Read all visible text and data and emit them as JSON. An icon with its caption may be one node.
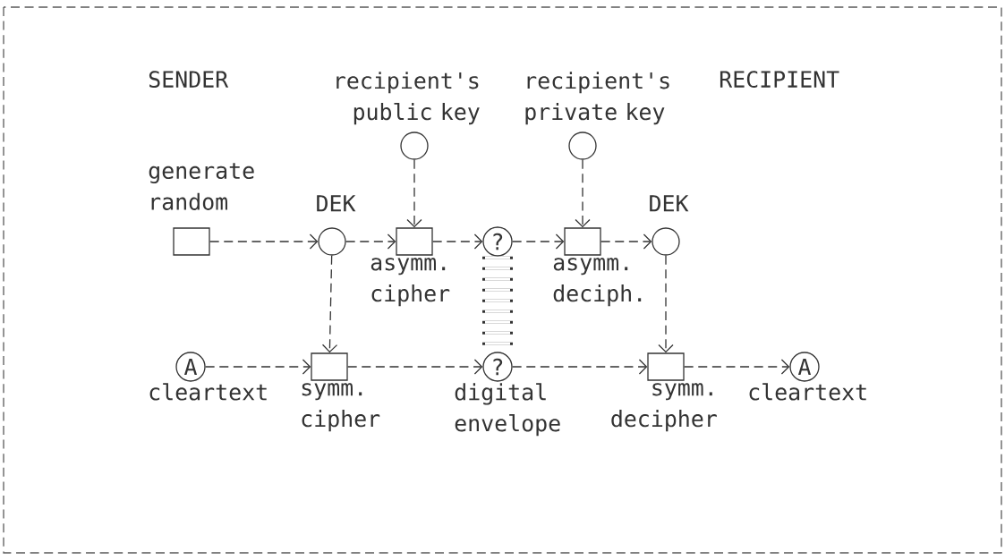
{
  "diagram": {
    "nodes": [
      {
        "text": [],
        "shape": "circle",
        "beside": [
          "recipient's public key"
        ]
      },
      {
        "text": [],
        "shape": "circle",
        "beside": [
          "recipient's private key"
        ]
      },
      {
        "text": [],
        "shape": "box",
        "beside": [
          "generate random"
        ]
      },
      {
        "text": [],
        "shape": "circle",
        "beside": [
          "DEK"
        ]
      },
      {
        "text": [],
        "shape": "box",
        "beside": [
          "asymm. cipher"
        ]
      },
      {
        "text": [
          "?"
        ]
      },
      {
        "text": [],
        "shape": "box",
        "beside": [
          "asymm. deciph."
        ]
      },
      {
        "text": [],
        "shape": "circle",
        "beside": [
          "DEK"
        ]
      },
      {
        "text": [
          "A"
        ],
        "beside": [
          "cleartext"
        ]
      },
      {
        "text": [],
        "shape": "box",
        "beside": [
          "symm. cipher"
        ]
      },
      {
        "text": [
          "?"
        ],
        "beside": [
          "digital envelope"
        ]
      },
      {
        "text": [],
        "shape": "box",
        "beside": [
          "symm. decipher"
        ]
      },
      {
        "text": [
          "A"
        ],
        "beside": [
          "cleartext"
        ]
      }
    ],
    "edges": [
      {
        "from": 0,
        "to": 4,
        "arrow": "to"
      },
      {
        "from": 1,
        "to": 6,
        "arrow": "to"
      },
      {
        "from": 2,
        "to": 3,
        "arrow": "to"
      },
      {
        "from": 3,
        "to": 4,
        "arrow": "to"
      },
      {
        "from": 4,
        "to": 5,
        "arrow": "to"
      },
      {
        "from": 5,
        "to": 6,
        "arrow": "to"
      },
      {
        "from": 6,
        "to": 7,
        "arrow": "to"
      },
      {
        "from": 3,
        "to": 9,
        "arrow": "to"
      },
      {
        "from": 7,
        "to": 11,
        "arrow": "to"
      },
      {
        "from": 5,
        "to": 10,
        "arrow": "none",
        "style": "dashed"
      },
      {
        "from": 8,
        "to": 9,
        "arrow": "to"
      },
      {
        "from": 9,
        "to": 10,
        "arrow": "to"
      },
      {
        "from": 10,
        "to": 11,
        "arrow": "to"
      },
      {
        "from": 11,
        "to": 12,
        "arrow": "to"
      }
    ],
    "labels": [
      "SENDER",
      "RECIPIENT"
    ]
  }
}
